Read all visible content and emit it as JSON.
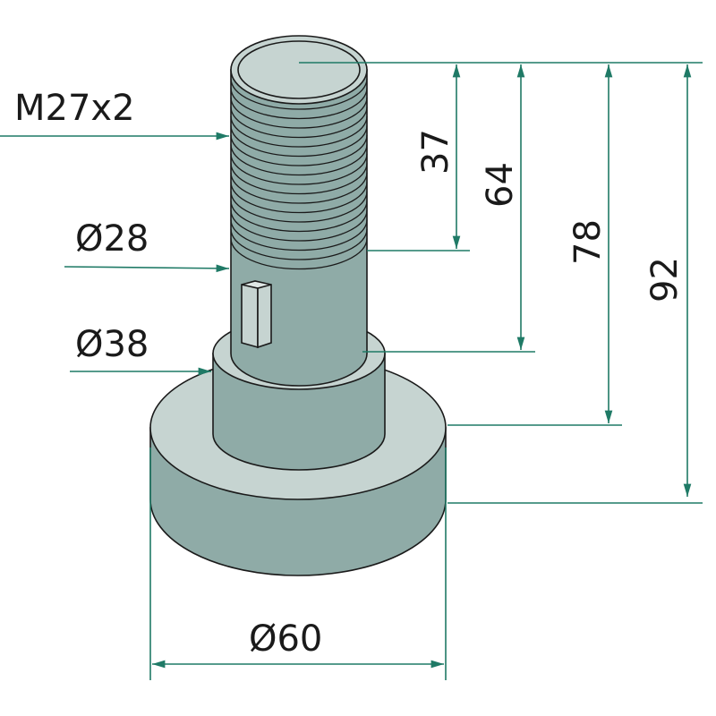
{
  "title": "Bolt dimension drawing",
  "labels": {
    "thread": "M27x2",
    "d28": "Ø28",
    "d38": "Ø38",
    "d60": "Ø60",
    "l37": "37",
    "l64": "64",
    "l78": "78",
    "l92": "92"
  },
  "colors": {
    "body": "#8faba7",
    "face": "#c6d4d1",
    "dimension": "#1f7a66"
  }
}
